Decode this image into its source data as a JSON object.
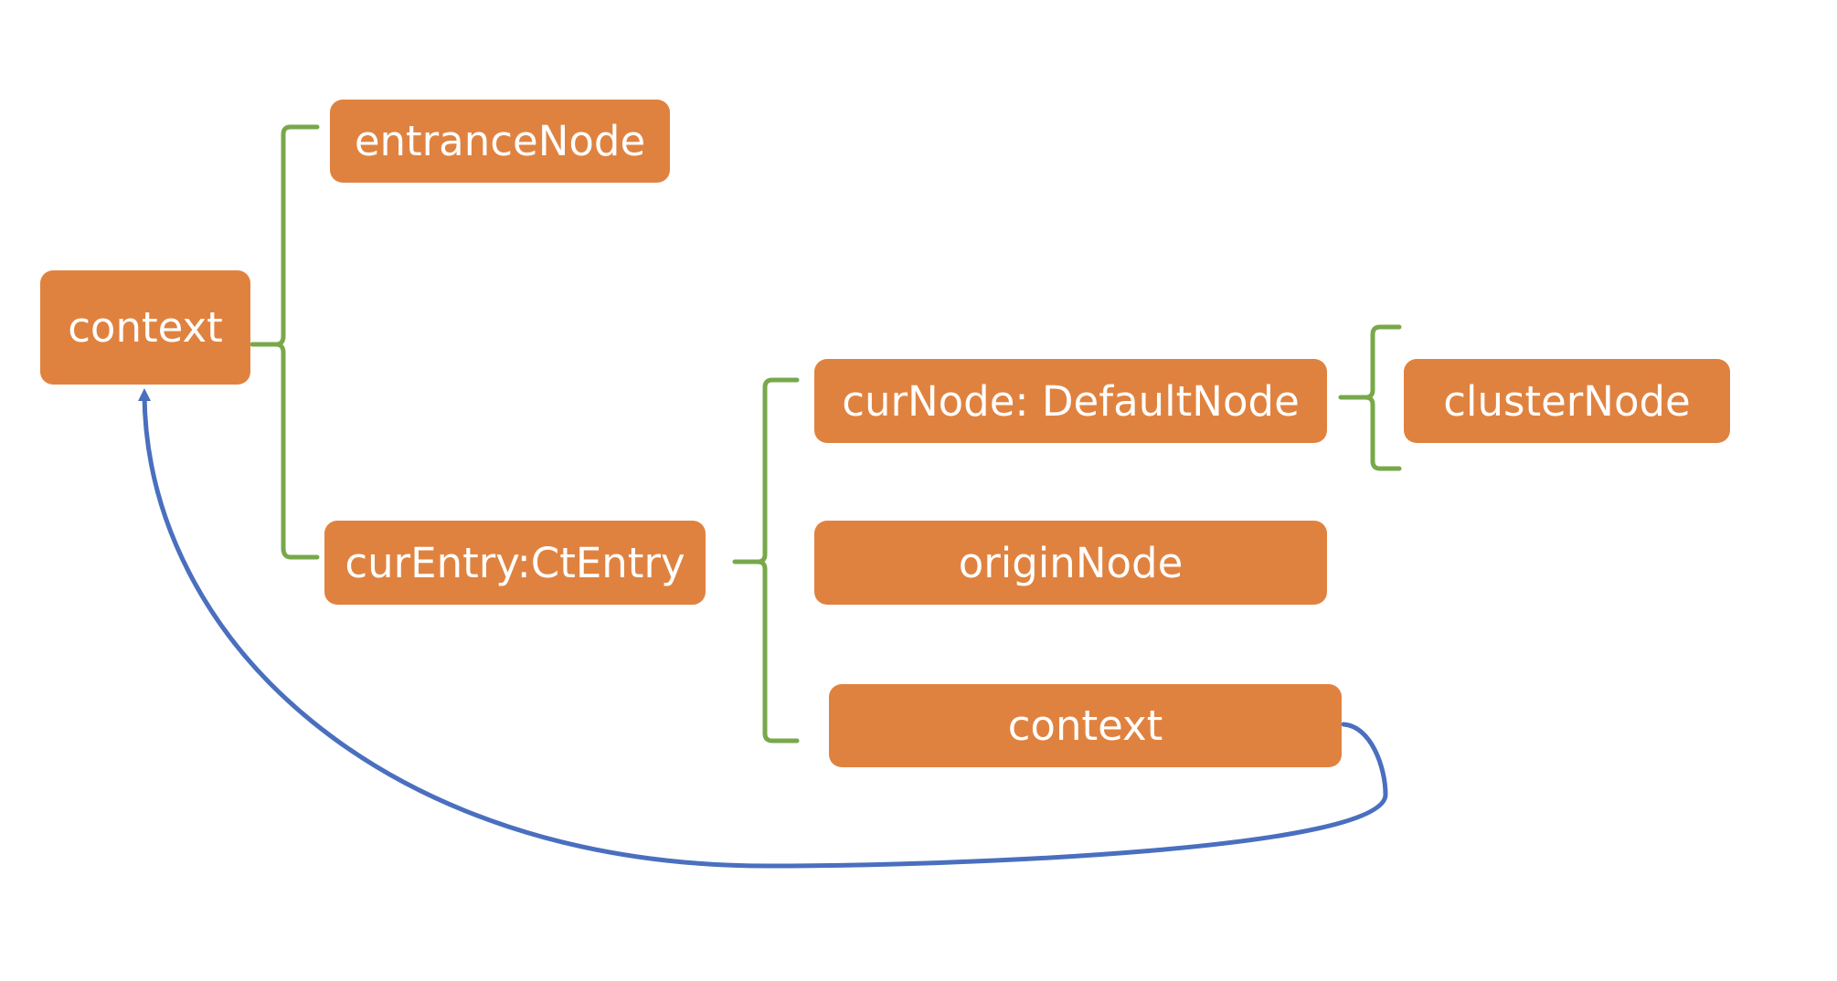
{
  "colors": {
    "node_fill": "#e0823f",
    "node_text": "#ffffff",
    "bracket": "#78a84a",
    "reference_arrow": "#4a6fbf"
  },
  "nodes": {
    "context_root": "context",
    "entrance_node": "entranceNode",
    "cur_entry": "curEntry:CtEntry",
    "cur_node": "curNode: DefaultNode",
    "cluster_node": "clusterNode",
    "origin_node": "originNode",
    "context_child": "context"
  },
  "edges": [
    {
      "from": "context_root",
      "to": "entrance_node",
      "kind": "bracket"
    },
    {
      "from": "context_root",
      "to": "cur_entry",
      "kind": "bracket"
    },
    {
      "from": "cur_entry",
      "to": "cur_node",
      "kind": "bracket"
    },
    {
      "from": "cur_entry",
      "to": "origin_node",
      "kind": "bracket"
    },
    {
      "from": "cur_entry",
      "to": "context_child",
      "kind": "bracket"
    },
    {
      "from": "cur_node",
      "to": "cluster_node",
      "kind": "bracket"
    },
    {
      "from": "context_child",
      "to": "context_root",
      "kind": "reference-arrow"
    }
  ]
}
